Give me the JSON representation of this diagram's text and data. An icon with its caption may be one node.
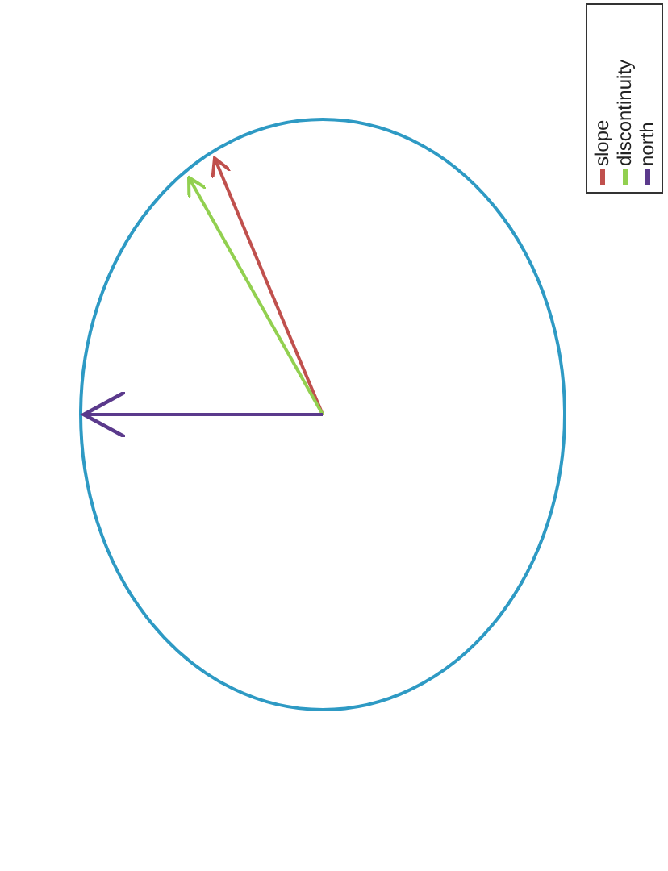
{
  "diagram": {
    "legend": [
      {
        "text": "slope"
      },
      {
        "text": "discontinuity"
      },
      {
        "text": "north"
      }
    ]
  }
}
